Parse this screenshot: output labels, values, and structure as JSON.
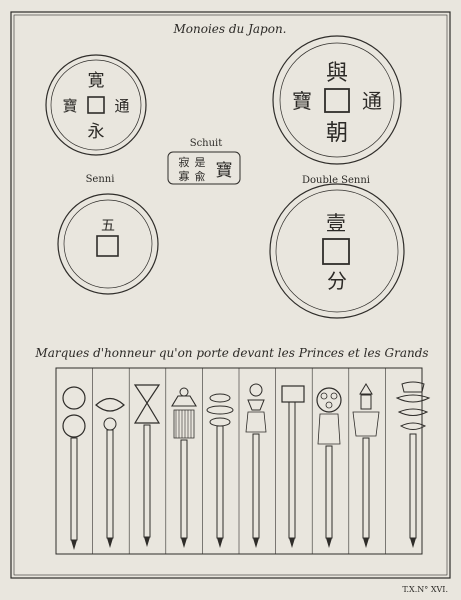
{
  "plate": {
    "title": "Monoies du Japon.",
    "footer_mark": "T.X.N° XVI."
  },
  "coins": {
    "top_left": {
      "glyphs": [
        "寛",
        "永",
        "寶",
        "通"
      ]
    },
    "top_right": {
      "glyphs": [
        "與",
        "朝",
        "寶",
        "通"
      ]
    },
    "bottom_left": {
      "glyphs": [
        "五"
      ]
    },
    "bottom_right": {
      "glyphs": [
        "壹",
        "分"
      ]
    }
  },
  "labels": {
    "senni": "Senni",
    "schuit": "Schuit",
    "double_senni": "Double Senni",
    "seal_text": [
      "寂",
      "是",
      "寡",
      "兪",
      "寶"
    ]
  },
  "honours": {
    "heading": "Marques d'honneur qu'on porte devant les Princes et les Grands",
    "count": 10
  }
}
